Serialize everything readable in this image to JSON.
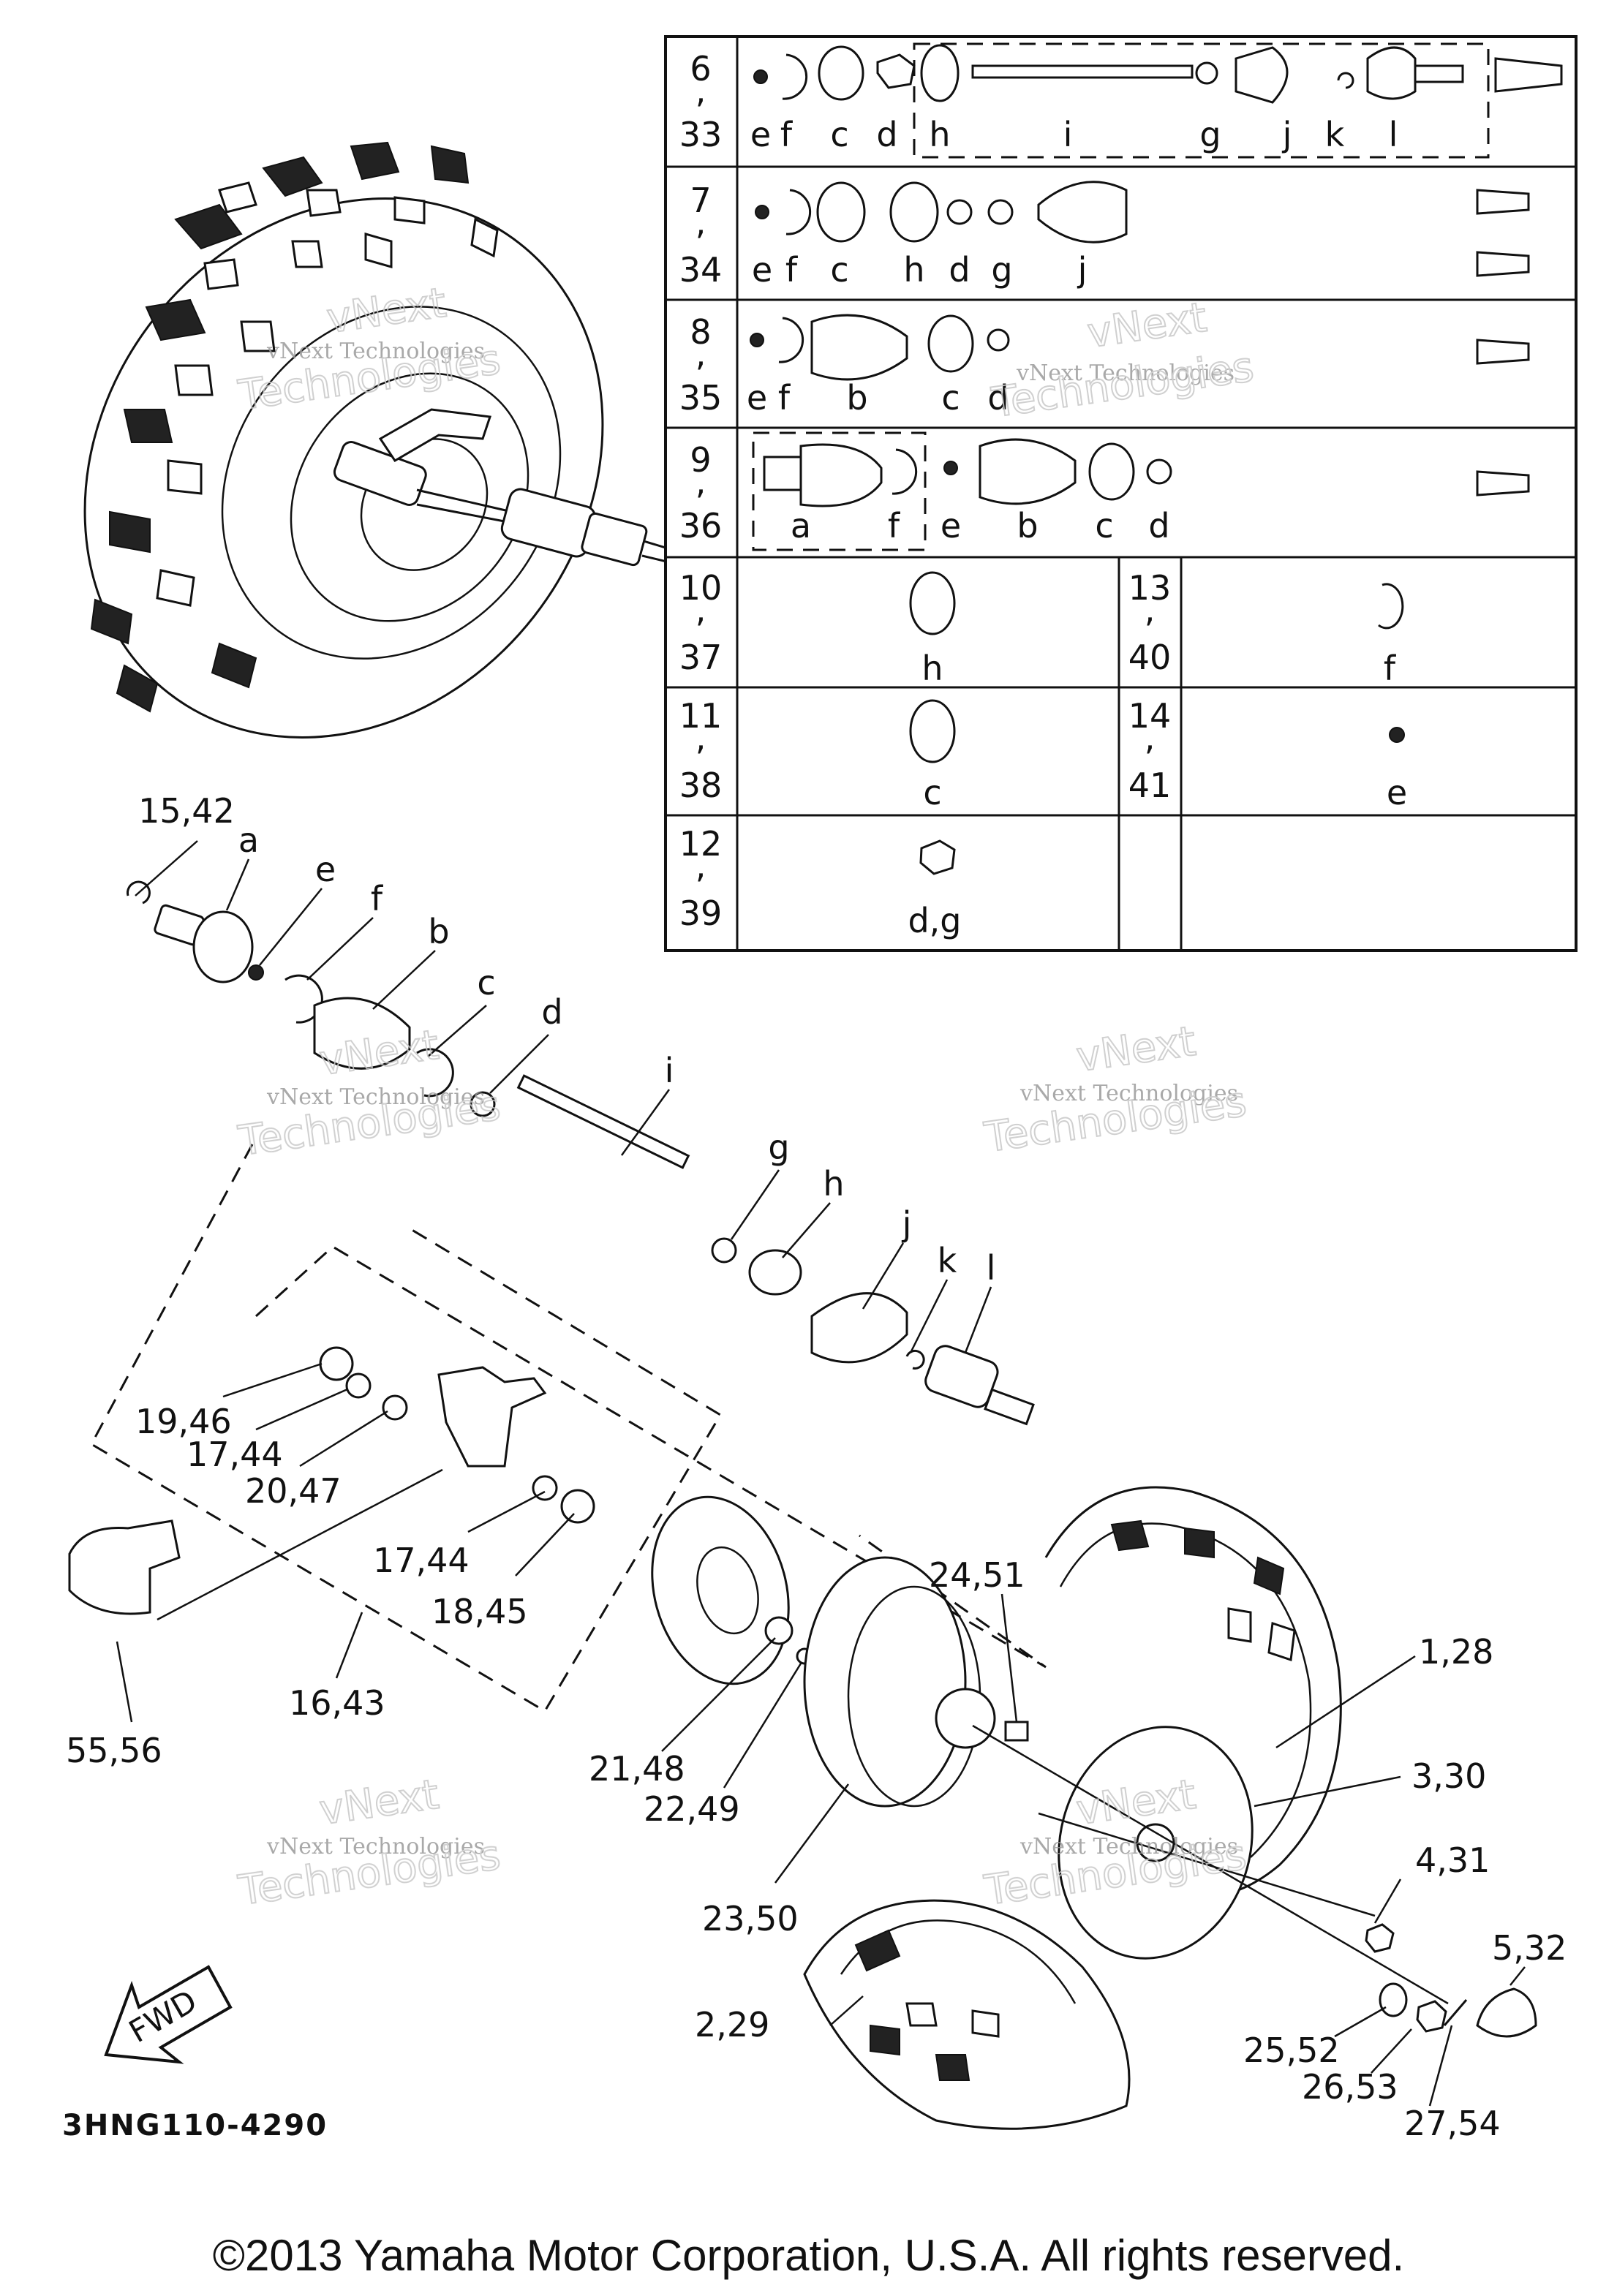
{
  "diagram_code": "3HNG110-4290",
  "copyright": "©2013 Yamaha Motor Corporation, U.S.A. All rights reserved.",
  "watermark": {
    "line1": "vNext Technologies",
    "line2a": "vNext",
    "line2b": "Technologies"
  },
  "fwd_label": "FWD",
  "table": {
    "rows": [
      {
        "num_top": "6",
        "num_sep": ",",
        "num_bot": "33",
        "letters": [
          "e",
          "f",
          "c",
          "d",
          "h",
          "i",
          "g",
          "j",
          "k",
          "l"
        ]
      },
      {
        "num_top": "7",
        "num_sep": ",",
        "num_bot": "34",
        "letters": [
          "e",
          "f",
          "c",
          "h",
          "d",
          "g",
          "j"
        ]
      },
      {
        "num_top": "8",
        "num_sep": ",",
        "num_bot": "35",
        "letters": [
          "e",
          "f",
          "b",
          "c",
          "d"
        ]
      },
      {
        "num_top": "9",
        "num_sep": ",",
        "num_bot": "36",
        "letters": [
          "a",
          "f",
          "e",
          "b",
          "c",
          "d"
        ]
      }
    ],
    "split_rows": [
      {
        "left": {
          "num_top": "10",
          "num_sep": ",",
          "num_bot": "37",
          "letter": "h"
        },
        "right": {
          "num_top": "13",
          "num_sep": ",",
          "num_bot": "40",
          "letter": "f"
        }
      },
      {
        "left": {
          "num_top": "11",
          "num_sep": ",",
          "num_bot": "38",
          "letter": "c"
        },
        "right": {
          "num_top": "14",
          "num_sep": ",",
          "num_bot": "41",
          "letter": "e"
        }
      },
      {
        "left": {
          "num_top": "12",
          "num_sep": ",",
          "num_bot": "39",
          "letter": "d,g"
        }
      }
    ]
  },
  "callouts": {
    "c15": "15,42",
    "a": "a",
    "e": "e",
    "f": "f",
    "b": "b",
    "c": "c",
    "d": "d",
    "i": "i",
    "g": "g",
    "h": "h",
    "j": "j",
    "k": "k",
    "l": "l",
    "c19": "19,46",
    "c17a": "17,44",
    "c20": "20,47",
    "c17b": "17,44",
    "c18": "18,45",
    "c16": "16,43",
    "c55": "55,56",
    "c21": "21,48",
    "c22": "22,49",
    "c23": "23,50",
    "c24": "24,51",
    "c1": "1,28",
    "c3": "3,30",
    "c4": "4,31",
    "c5": "5,32",
    "c2": "2,29",
    "c25": "25,52",
    "c26": "26,53",
    "c27": "27,54"
  }
}
